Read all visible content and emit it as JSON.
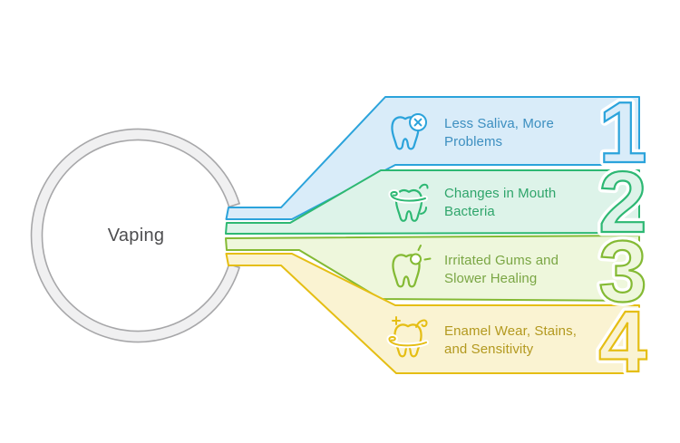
{
  "title": "Vaping",
  "ring": {
    "fill": "#f0f0f1",
    "stroke": "#a7a7a9",
    "label_color": "#4d4d4f"
  },
  "items": [
    {
      "number": "1",
      "label": "Less Saliva, More Problems",
      "icon": "tooth-cancel-icon",
      "accent_color": "#2ba3db",
      "fill_color": "#d9ecf9",
      "label_color": "#3d8fc0"
    },
    {
      "number": "2",
      "label": "Changes in Mouth Bacteria",
      "icon": "tooth-bacteria-icon",
      "accent_color": "#2db873",
      "fill_color": "#ddf3e9",
      "label_color": "#2fa56b"
    },
    {
      "number": "3",
      "label": "Irritated Gums and Slower Healing",
      "icon": "tooth-irritation-icon",
      "accent_color": "#84ba34",
      "fill_color": "#eef7dc",
      "label_color": "#7aa644"
    },
    {
      "number": "4",
      "label": "Enamel Wear, Stains, and Sensitivity",
      "icon": "tooth-enamel-wear-icon",
      "accent_color": "#e5be14",
      "fill_color": "#faf3d2",
      "label_color": "#b3991f"
    }
  ]
}
